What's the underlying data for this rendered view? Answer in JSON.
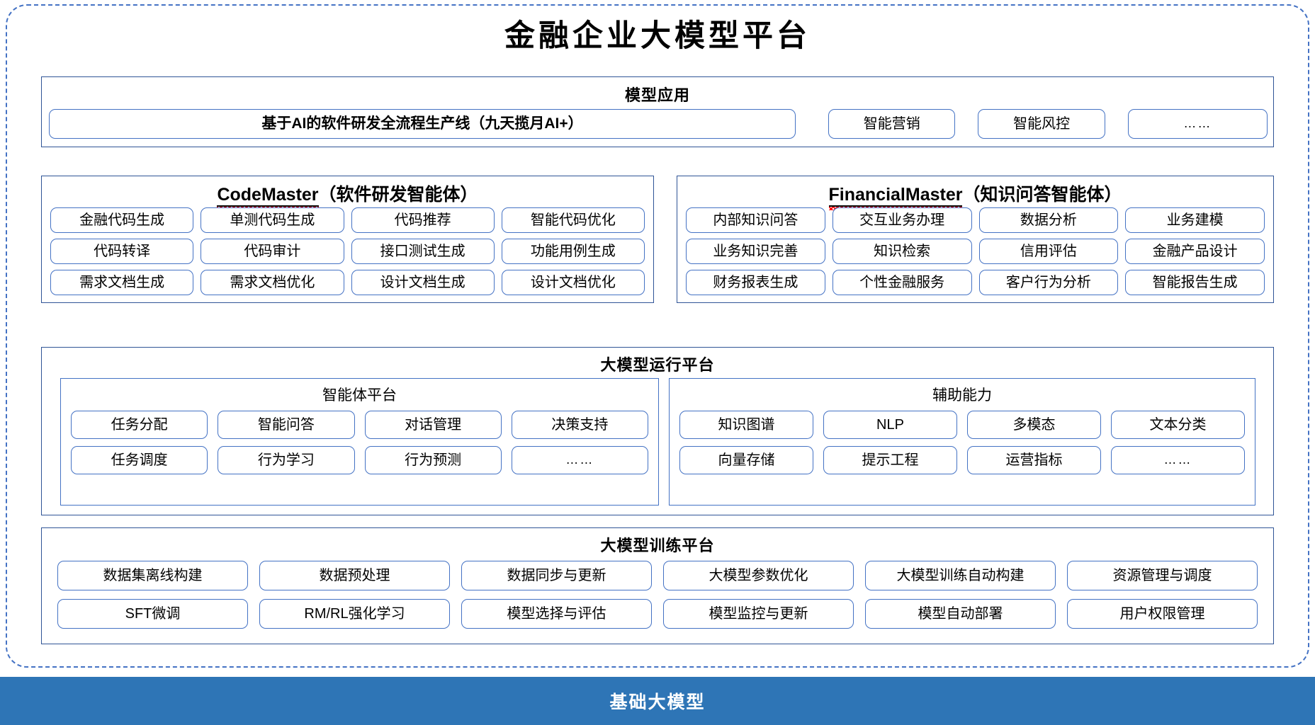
{
  "title": "金融企业大模型平台",
  "colors": {
    "frame_dashed": "#4472c4",
    "panel_border": "#2f5496",
    "pill_border": "#4472c4",
    "foundation_bar_bg": "#2e75b6",
    "spellcheck_squiggle": "#ff0000"
  },
  "model_application": {
    "title": "模型应用",
    "items": [
      "基于AI的软件研发全流程生产线（九天揽月AI+）",
      "智能营销",
      "智能风控",
      "……"
    ]
  },
  "agents": [
    {
      "name_en": "CodeMaster",
      "name_cn": "（软件研发智能体）",
      "spellcheck_underline": true,
      "rows": [
        [
          "金融代码生成",
          "单测代码生成",
          "代码推荐",
          "智能代码优化"
        ],
        [
          "代码转译",
          "代码审计",
          "接口测试生成",
          "功能用例生成"
        ],
        [
          "需求文档生成",
          "需求文档优化",
          "设计文档生成",
          "设计文档优化"
        ]
      ]
    },
    {
      "name_en": "FinancialMaster",
      "name_cn": "（知识问答智能体）",
      "spellcheck_underline": true,
      "rows": [
        [
          "内部知识问答",
          "交互业务办理",
          "数据分析",
          "业务建模"
        ],
        [
          "业务知识完善",
          "知识检索",
          "信用评估",
          "金融产品设计"
        ],
        [
          "财务报表生成",
          "个性金融服务",
          "客户行为分析",
          "智能报告生成"
        ]
      ]
    }
  ],
  "runtime_platform": {
    "title": "大模型运行平台",
    "sub_panels": [
      {
        "title": "智能体平台",
        "rows": [
          [
            "任务分配",
            "智能问答",
            "对话管理",
            "决策支持"
          ],
          [
            "任务调度",
            "行为学习",
            "行为预测",
            "……"
          ]
        ]
      },
      {
        "title": "辅助能力",
        "rows": [
          [
            "知识图谱",
            "NLP",
            "多模态",
            "文本分类"
          ],
          [
            "向量存储",
            "提示工程",
            "运营指标",
            "……"
          ]
        ]
      }
    ]
  },
  "training_platform": {
    "title": "大模型训练平台",
    "rows": [
      [
        "数据集离线构建",
        "数据预处理",
        "数据同步与更新",
        "大模型参数优化",
        "大模型训练自动构建",
        "资源管理与调度"
      ],
      [
        "SFT微调",
        "RM/RL强化学习",
        "模型选择与评估",
        "模型监控与更新",
        "模型自动部署",
        "用户权限管理"
      ]
    ]
  },
  "foundation": {
    "label": "基础大模型"
  }
}
